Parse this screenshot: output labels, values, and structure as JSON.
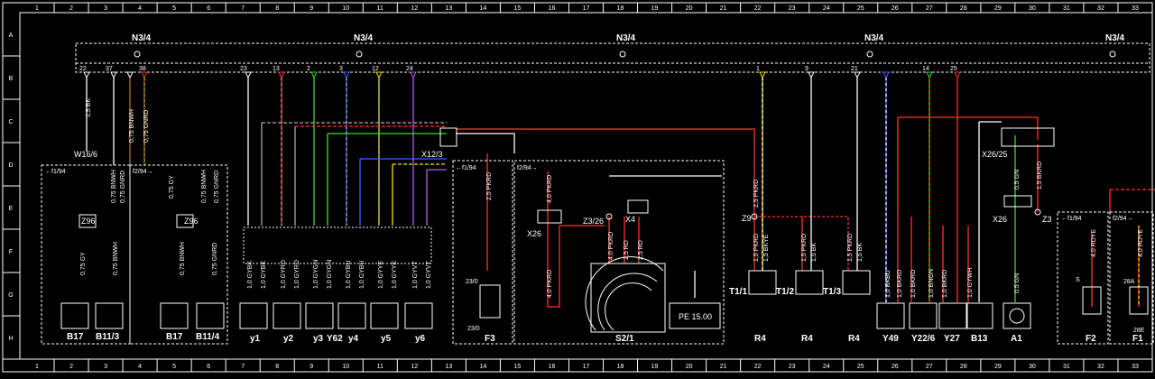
{
  "colors": {
    "background": "#000000",
    "frame": "#ffffff",
    "red": "#ff3030",
    "green": "#33dd33",
    "yellow": "#f0e000",
    "blue": "#4060ff",
    "gray": "#a8a8a8",
    "brown": "#b07030",
    "violet": "#b060e0",
    "pink": "#ff80b0"
  },
  "ruler": {
    "numbers": [
      "1",
      "2",
      "3",
      "4",
      "5",
      "6",
      "7",
      "8",
      "9",
      "10",
      "11",
      "12",
      "13",
      "14",
      "15",
      "16",
      "17",
      "18",
      "19",
      "20",
      "21",
      "22",
      "23",
      "24",
      "25",
      "26",
      "27",
      "28",
      "29",
      "30",
      "31",
      "32",
      "33"
    ],
    "rows": [
      "A",
      "B",
      "C",
      "D",
      "E",
      "F",
      "G",
      "H"
    ]
  },
  "header": {
    "module_label": "N3/4",
    "pins": [
      "22",
      "37",
      "38",
      "23",
      "13",
      "2",
      "3",
      "12",
      "24",
      "1",
      "9",
      "21",
      "14",
      "25"
    ]
  },
  "connectors": {
    "w16": "W16/6",
    "x12": "X12/3",
    "x26_25": "X26/25",
    "x26_left": "X26",
    "x26_right": "X26",
    "z3_26": "Z3/26",
    "x4": "X4",
    "z9": "Z9",
    "z3": "Z3"
  },
  "boxes": {
    "date_a": "←f1/94",
    "date_b": "f2/94→",
    "date_c": "f2/94→",
    "date_d": "←f1/94",
    "date_e": "f2/94→"
  },
  "wires": {
    "w_1_5_bk": "1,5 BK",
    "w_075_bnwh": "0,75 BNWH",
    "w_075_gnrd": "0,75 GNRD",
    "w_075_gy": "0,75 GY",
    "w_10_gybk": "1,0 GYBK",
    "w_10_gyrd": "1,0 GYRD",
    "w_10_gygn": "1,0 GYGN",
    "w_10_gybu": "1,0 GYBU",
    "w_10_gyye": "1,0 GYYE",
    "w_10_gyvt": "1,0 GYVT",
    "w_25_pkrd": "2,5 PKRD",
    "w_40_pkrd": "4,0 PKRD",
    "w_25_rd": "2,5 RD",
    "w_15_pkrd": "1,5 PKRD",
    "w_15_bkye": "1,5 BKYE",
    "w_15_bk": "1,5 BK",
    "w_10_bkbu": "1,0 BKBU",
    "w_10_bkrd": "1,0 BKRD",
    "w_10_bngn": "1,0 BNGN",
    "w_10_gywh": "1,0 GYWH",
    "w_05_gn": "0,5 GN",
    "w_15_bkrd": "1,5 BKRD",
    "w_40_rdye": "4,0 RDYE",
    "w_40_pkrd2": "4,0 PKRD"
  },
  "components": {
    "b17a": "B17",
    "b11_3": "B11/3",
    "b17b": "B17",
    "b11_4": "B11/4",
    "z96a": "Z96",
    "z96b": "Z96",
    "y1": "y1",
    "y2": "y2",
    "y3": "y3",
    "y62": "Y62",
    "y4": "y4",
    "y5": "y5",
    "y6": "y6",
    "f3": "F3",
    "f3_top": "23/0",
    "f3_bottom": "23/0",
    "s2_1": "S2/1",
    "pe": "PE 15.00",
    "t1_1": "T1/1",
    "t1_2": "T1/2",
    "t1_3": "T1/3",
    "r4a": "R4",
    "r4b": "R4",
    "r4c": "R4",
    "y49": "Y49",
    "y22_6": "Y22/6",
    "y27": "Y27",
    "b13": "B13",
    "a1": "A1",
    "f2": "F2",
    "f1": "F1",
    "f2_s": "S",
    "f1_28a": "28A",
    "f1_28e": "28E"
  }
}
